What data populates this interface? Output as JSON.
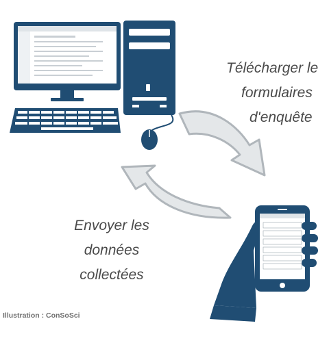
{
  "labels": {
    "download_lines": [
      "Télécharger le",
      "formulaires",
      "d'enquête"
    ],
    "send_lines": [
      "Envoyer les",
      "données",
      "collectées"
    ]
  },
  "credit": "Illustration : ConSoSci",
  "icons": {
    "computer": "desktop-computer-icon",
    "phone": "smartphone-in-hand-icon",
    "arrow_down": "curved-arrow-down-icon",
    "arrow_up": "curved-arrow-up-icon"
  },
  "colors": {
    "navy": "#204d73",
    "arrow_fill": "#e4e7e9",
    "arrow_stroke": "#b0b6bb",
    "screen": "#ffffff",
    "text": "#4a4a4a"
  }
}
